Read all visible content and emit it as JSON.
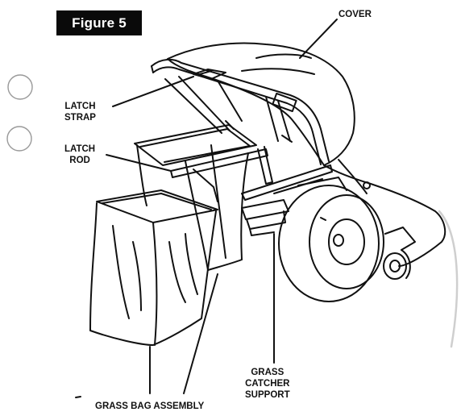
{
  "figure": {
    "title": "Figure 5"
  },
  "labels": {
    "cover": "COVER",
    "latch_strap": [
      "LATCH",
      "STRAP"
    ],
    "latch_rod": [
      "LATCH",
      "ROD"
    ],
    "grass_catcher_support": [
      "GRASS",
      "CATCHER",
      "SUPPORT"
    ],
    "grass_bag_assembly": "GRASS BAG ASSEMBLY"
  },
  "colors": {
    "ink": "#111111",
    "badge_bg": "#0a0a0a",
    "badge_text": "#ffffff",
    "paper": "#ffffff"
  }
}
